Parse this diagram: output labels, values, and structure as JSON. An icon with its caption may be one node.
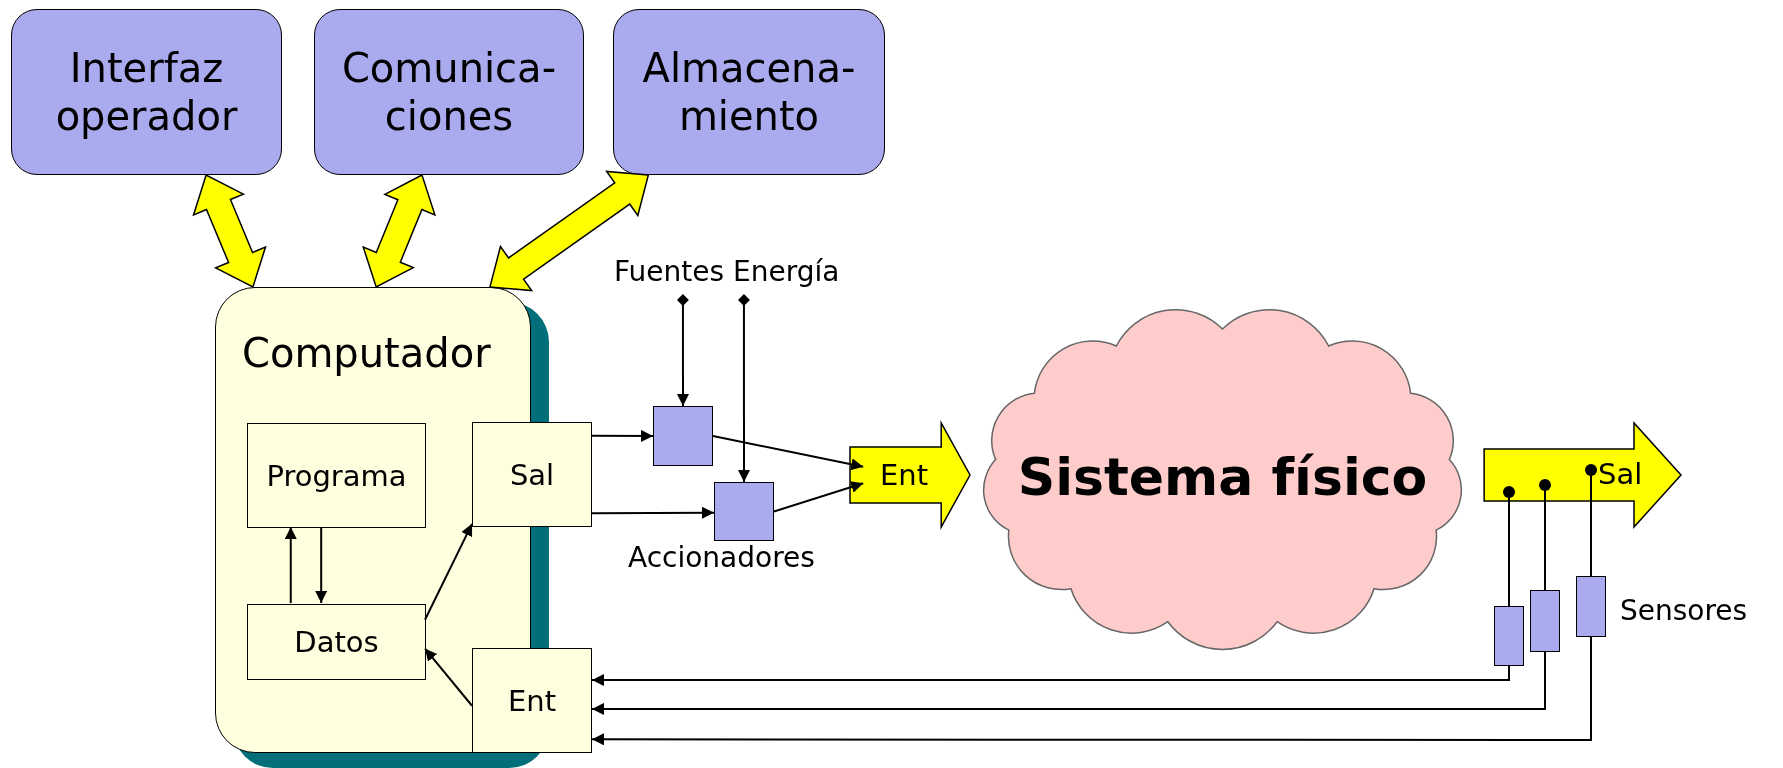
{
  "diagram": {
    "nodes": [
      {
        "text": [
          "Interfaz operador"
        ]
      },
      {
        "text": [
          "Comunica- ciones"
        ]
      },
      {
        "text": [
          "Almacena- miento"
        ]
      },
      {
        "text": [
          "Computador"
        ]
      },
      {
        "text": [
          "Programa"
        ],
        "in": 3
      },
      {
        "text": [
          "Datos"
        ],
        "in": 3
      },
      {
        "text": [
          "Sal"
        ]
      },
      {
        "text": [
          "Ent"
        ]
      },
      {
        "text": [],
        "shape": "box"
      },
      {
        "text": [],
        "shape": "box"
      },
      {
        "text": [
          "Ent"
        ]
      },
      {
        "text": [
          "Sistema físico"
        ]
      },
      {
        "text": [],
        "shape": "box"
      },
      {
        "text": [],
        "shape": "box"
      },
      {
        "text": [],
        "shape": "box"
      },
      {
        "text": [
          "Fuentes Energía"
        ]
      }
    ],
    "edges": [
      {
        "from": 0,
        "to": 3,
        "arrow": "both",
        "style": "thick",
        "color": "#ffff00"
      },
      {
        "from": 1,
        "to": 3,
        "arrow": "both",
        "style": "thick",
        "color": "#ffff00"
      },
      {
        "from": 2,
        "to": 3,
        "arrow": "both",
        "style": "thick",
        "color": "#ffff00"
      },
      {
        "from": 5,
        "to": 4,
        "arrow": "to"
      },
      {
        "from": 4,
        "to": 5,
        "arrow": "to"
      },
      {
        "from": 5,
        "to": 6,
        "arrow": "to"
      },
      {
        "from": 7,
        "to": 5,
        "arrow": "to"
      },
      {
        "from": 6,
        "to": 8,
        "arrow": "to"
      },
      {
        "from": 6,
        "to": 9,
        "arrow": "to"
      },
      {
        "from": 15,
        "to": 8,
        "arrow": "to"
      },
      {
        "from": 15,
        "to": 9,
        "arrow": "to"
      },
      {
        "from": 8,
        "to": 10,
        "arrow": "to"
      },
      {
        "from": 9,
        "to": 10,
        "arrow": "to"
      },
      {
        "from": 12,
        "to": null,
        "arrow": "other"
      },
      {
        "from": 13,
        "to": null,
        "arrow": "other"
      },
      {
        "from": 14,
        "to": null,
        "arrow": "other"
      },
      {
        "from": 12,
        "to": 7,
        "arrow": "to"
      },
      {
        "from": 13,
        "to": 7,
        "arrow": "to"
      },
      {
        "from": 14,
        "to": 7,
        "arrow": "to"
      },
      {
        "from": 11,
        "to": null,
        "arrow": "to",
        "label": "Sal",
        "style": "thick",
        "color": "#ffff00"
      }
    ],
    "labels": [
      "Accionadores",
      "Sensores"
    ]
  }
}
